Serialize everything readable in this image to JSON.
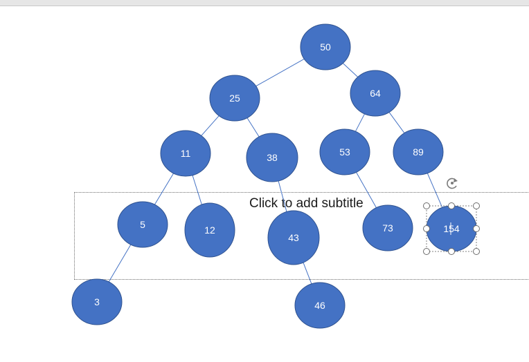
{
  "slide": {
    "subtitle_placeholder": "Click to add subtitle"
  },
  "tree": {
    "node_color": "#4472C4",
    "node_border_color": "#2F528F",
    "edge_color": "#4472C4",
    "nodes": [
      {
        "id": "n50",
        "label": "50"
      },
      {
        "id": "n25",
        "label": "25"
      },
      {
        "id": "n64",
        "label": "64"
      },
      {
        "id": "n11",
        "label": "11"
      },
      {
        "id": "n38",
        "label": "38"
      },
      {
        "id": "n53",
        "label": "53"
      },
      {
        "id": "n89",
        "label": "89"
      },
      {
        "id": "n5",
        "label": "5"
      },
      {
        "id": "n12",
        "label": "12"
      },
      {
        "id": "n43",
        "label": "43"
      },
      {
        "id": "n73",
        "label": "73"
      },
      {
        "id": "n154",
        "label": "154"
      },
      {
        "id": "n3",
        "label": "3"
      },
      {
        "id": "n46",
        "label": "46"
      }
    ],
    "edges": [
      [
        "n50",
        "n25"
      ],
      [
        "n50",
        "n64"
      ],
      [
        "n25",
        "n11"
      ],
      [
        "n25",
        "n38"
      ],
      [
        "n64",
        "n53"
      ],
      [
        "n64",
        "n89"
      ],
      [
        "n11",
        "n5"
      ],
      [
        "n11",
        "n12"
      ],
      [
        "n38",
        "n43"
      ],
      [
        "n53",
        "n73"
      ],
      [
        "n89",
        "n154"
      ],
      [
        "n5",
        "n3"
      ],
      [
        "n43",
        "n46"
      ]
    ],
    "selected_node": "n154"
  },
  "icons": {
    "rotate_handle": "rotate-icon"
  }
}
